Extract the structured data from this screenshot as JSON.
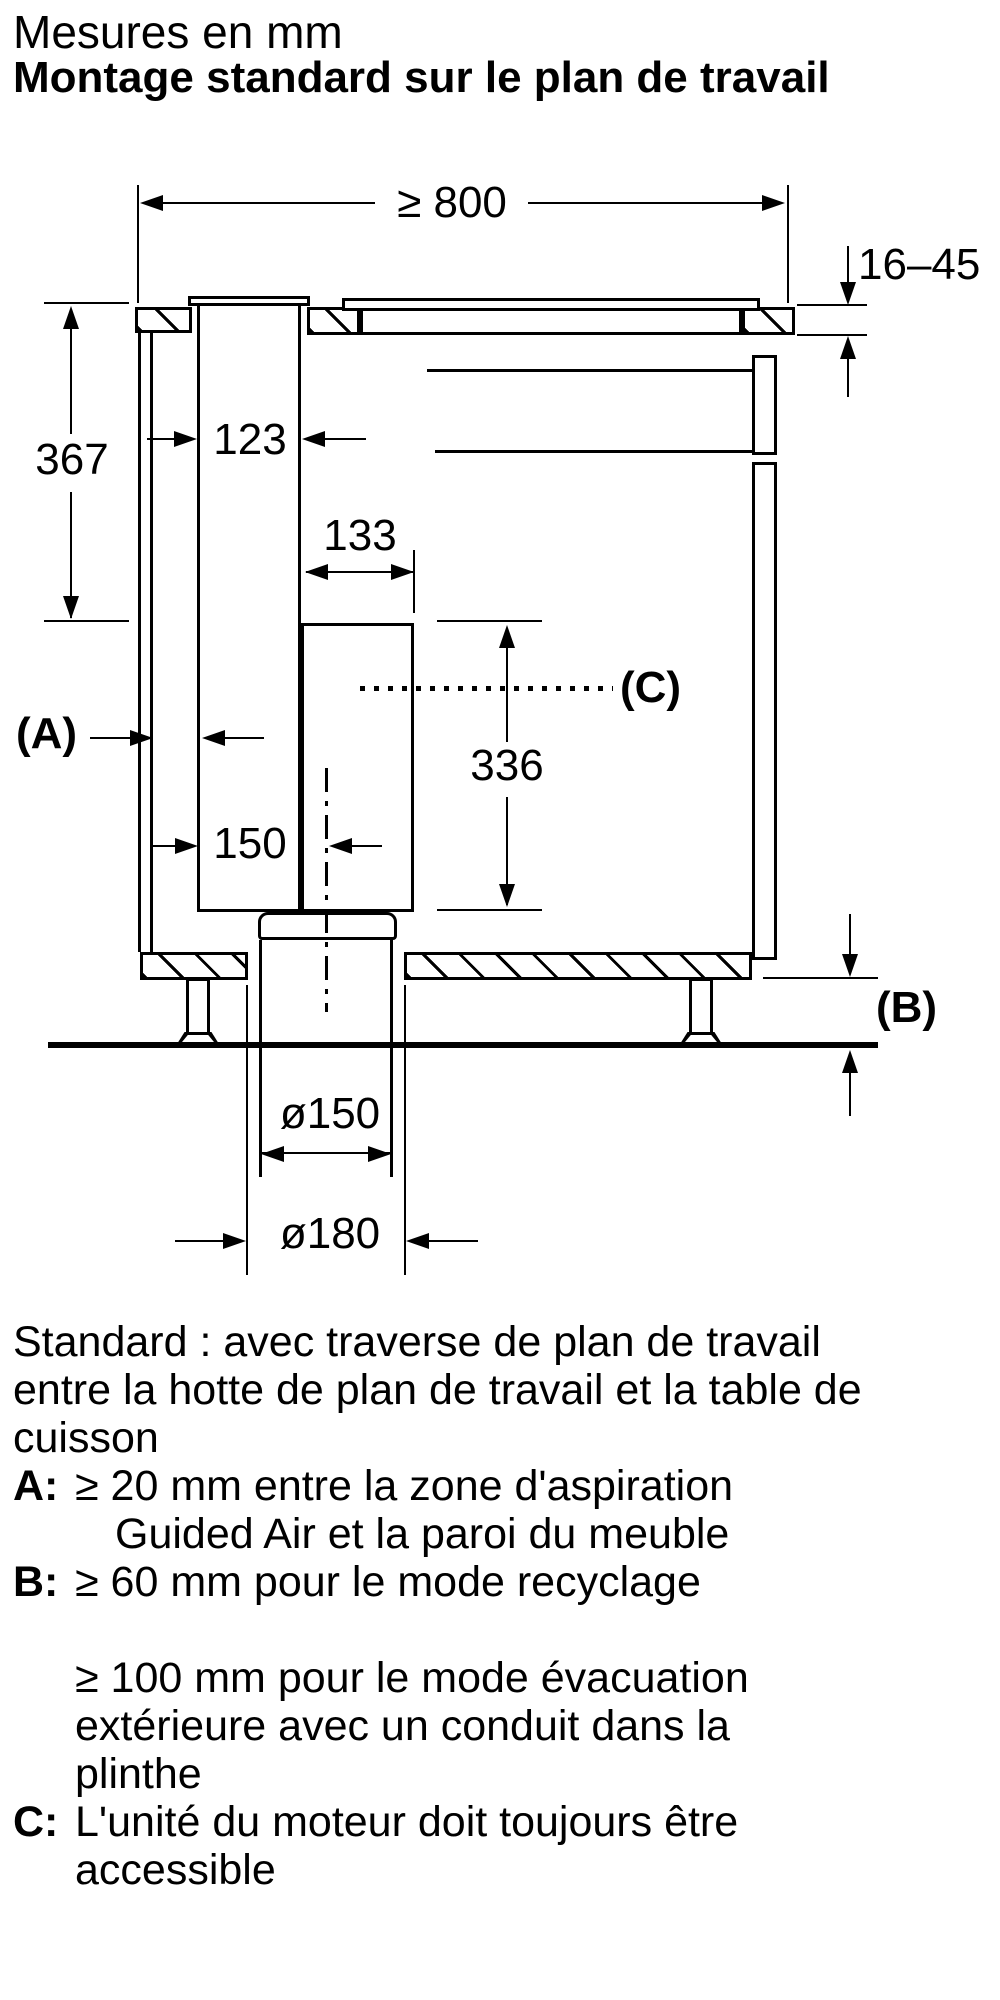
{
  "colors": {
    "ink": "#000000",
    "background": "#ffffff"
  },
  "header": {
    "subtitle": "Mesures en mm",
    "title": "Montage standard sur le plan de travail"
  },
  "diagram": {
    "labels": {
      "width_min": "≥ 800",
      "worktop_thickness": "16–45",
      "height_duct": "367",
      "duct_width": "123",
      "motor_box_width": "133",
      "motor_box_height": "336",
      "offset_150": "150",
      "pipe_diameter": "ø150",
      "hole_diameter": "ø180"
    },
    "callouts": {
      "a": "(A)",
      "b": "(B)",
      "c": "(C)"
    }
  },
  "notes": {
    "intro": {
      "l1": "Standard : avec traverse de plan de travail",
      "l2": "entre la hotte de plan de travail et la table de",
      "l3": "cuisson"
    },
    "a": {
      "key": "A:",
      "l1": "≥ 20 mm entre la zone d'aspiration",
      "l2": "Guided Air et la paroi du meuble"
    },
    "b": {
      "key": "B:",
      "l1": "≥ 60 mm pour le mode recyclage",
      "l2": "≥ 100 mm pour le mode évacuation",
      "l3": "extérieure avec un conduit dans la",
      "l4": "plinthe"
    },
    "c": {
      "key": "C:",
      "l1": "L'unité du moteur doit toujours être",
      "l2": "accessible"
    }
  }
}
